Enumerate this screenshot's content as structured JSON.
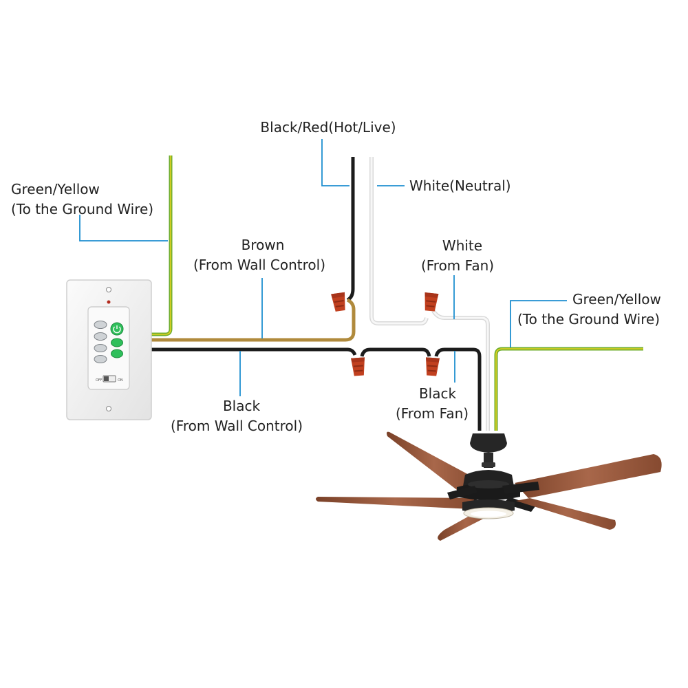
{
  "labels": {
    "hot": "Black/Red(Hot/Live)",
    "neutral": "White(Neutral)",
    "ground_left_1": "Green/Yellow",
    "ground_left_2": "(To the Ground Wire)",
    "brown_1": "Brown",
    "brown_2": "(From Wall Control)",
    "white_fan_1": "White",
    "white_fan_2": "(From Fan)",
    "ground_right_1": "Green/Yellow",
    "ground_right_2": "(To the Ground Wire)",
    "black_wall_1": "Black",
    "black_wall_2": "(From Wall Control)",
    "black_fan_1": "Black",
    "black_fan_2": "(From Fan)"
  },
  "wall_control": {
    "switch_off": "OFF",
    "switch_on": "ON"
  },
  "colors": {
    "black_wire": "#1c1c1c",
    "white_wire": "#f2f2f2",
    "brown_wire": "#b08a3c",
    "ground_green": "#6fae2e",
    "ground_yellow": "#e6d21f",
    "wire_nut": "#c1401f",
    "leader_line": "#1e8fd0",
    "blade_wood": "#9a5a3c",
    "fan_body": "#222222"
  },
  "icons": [
    "wire-nut-icon",
    "power-button-icon",
    "light-button-icon",
    "fan-speed-icon"
  ]
}
